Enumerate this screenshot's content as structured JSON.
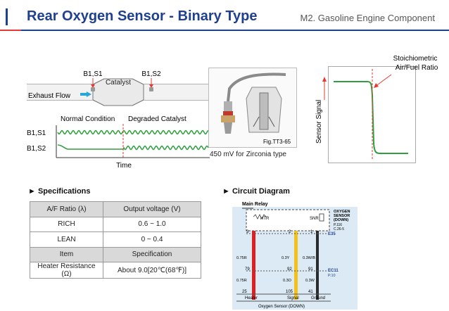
{
  "header": {
    "title": "Rear Oxygen Sensor - Binary Type",
    "subtitle": "M2. Gasoline Engine Component"
  },
  "catalyst_diagram": {
    "sensor1": "B1,S1",
    "sensor2": "B1,S2",
    "catalyst": "Catalyst",
    "exhaust_flow": "Exhaust Flow",
    "normal_condition": "Normal Condition",
    "degraded_catalyst": "Degraded Catalyst",
    "trace1": "B1,S1",
    "trace2": "B1,S2",
    "time": "Time"
  },
  "sensor_photo": {
    "fig_label": "Fig.TT3-65",
    "caption": "450 mV for Zirconia type"
  },
  "signal_chart": {
    "ylabel": "Sensor Signal",
    "annotation": "Stoichiometric Air/Fuel Ratio",
    "annotation_line1": "Stoichiometric",
    "annotation_line2": "Air/Fuel Ratio"
  },
  "specifications": {
    "heading": "► Specifications",
    "rows": [
      [
        "A/F Ratio (λ)",
        "Output voltage (V)"
      ],
      [
        "RICH",
        "0.6 ~ 1.0"
      ],
      [
        "LEAN",
        "0 ~ 0.4"
      ],
      [
        "Item",
        "Specification"
      ],
      [
        "Heater Resistance (Ω)",
        "About 9.0[20℃(68℉)]"
      ]
    ],
    "header_rows": [
      0,
      3
    ]
  },
  "circuit": {
    "heading": "► Circuit Diagram",
    "main_relay": "Main Relay",
    "sensor_label": [
      "OXYGEN",
      "SENSOR",
      "(DOWN)"
    ],
    "part_code": [
      "P.116",
      "C.26-5"
    ],
    "htr": "HTR",
    "snr": "SNR",
    "pins_top": [
      "3",
      "2",
      "1"
    ],
    "connector_e": "E35",
    "wires_upper": [
      "0.75R",
      "0.3Y",
      "0.3W/B"
    ],
    "pins_mid": [
      "79",
      "92",
      "91"
    ],
    "connector_ec": [
      "EC11",
      "P.10"
    ],
    "wires_lower": [
      "0.75R",
      "0.3O",
      "0.3W"
    ],
    "pins_bottom": [
      "25",
      "105",
      "41"
    ],
    "functions": [
      "Heater",
      "Signal",
      "Ground"
    ],
    "footer": "Oxygen Sensor (DOWN)",
    "colors": {
      "heater": "#e02020",
      "signal": "#f2c21b",
      "ground": "#2b2b2b"
    }
  }
}
